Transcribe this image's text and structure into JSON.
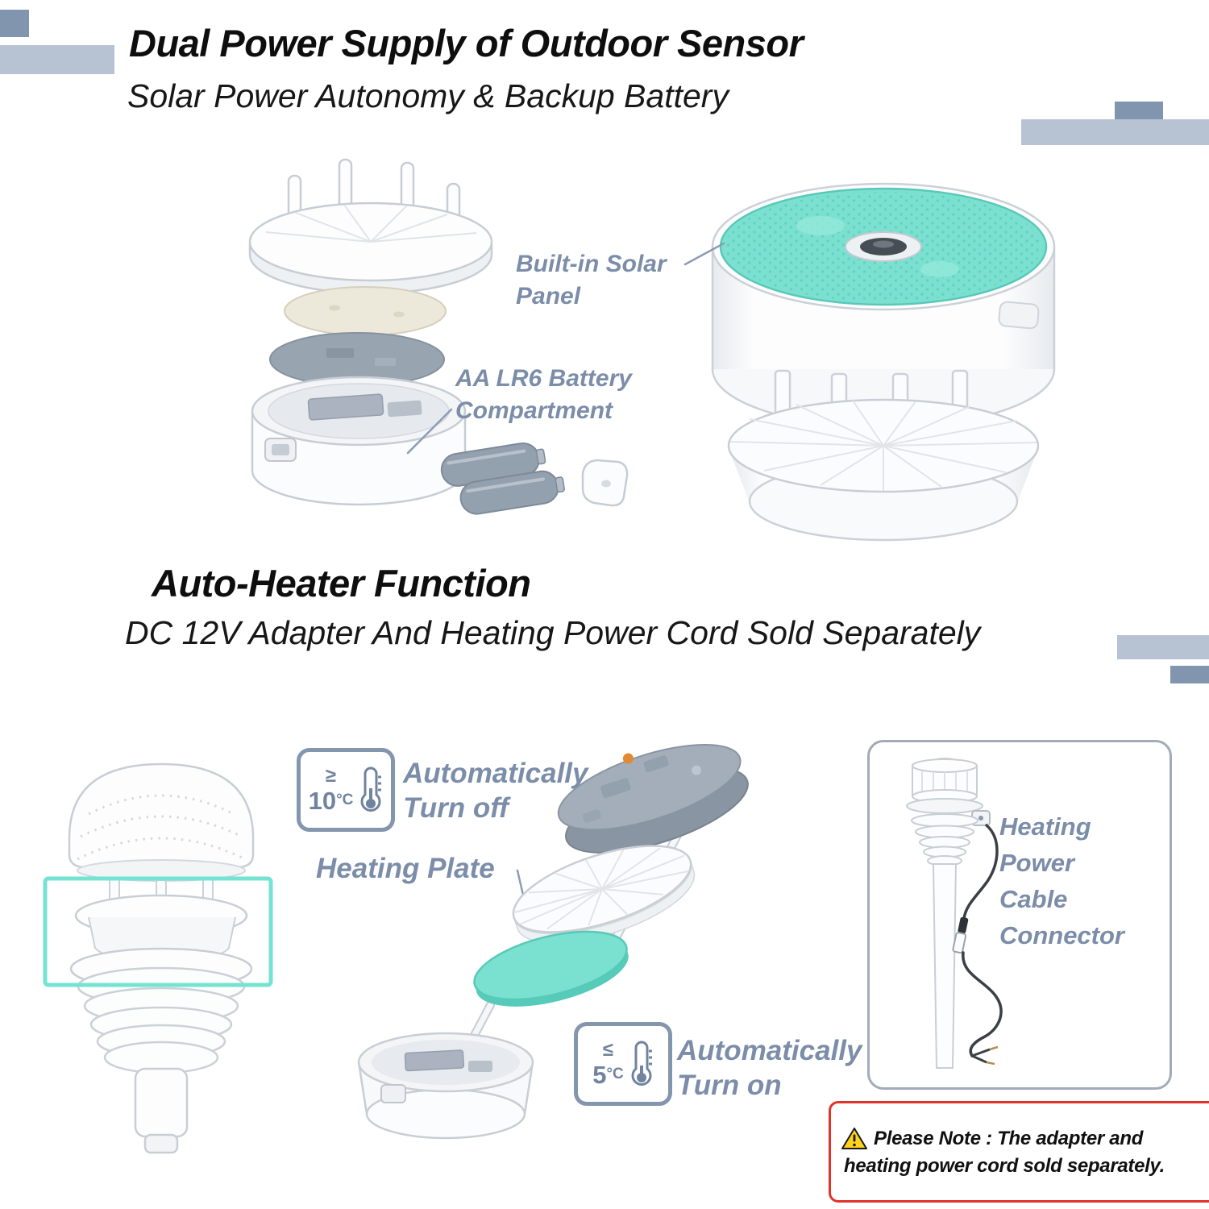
{
  "power_section": {
    "title": "Dual Power Supply of Outdoor Sensor",
    "subtitle": "Solar Power Autonomy & Backup Battery",
    "solar_label": {
      "line1": "Built-in Solar",
      "line2": "Panel"
    },
    "battery_label": {
      "line1": "AA LR6 Battery",
      "line2": "Compartment"
    }
  },
  "heater_section": {
    "title": "Auto-Heater Function",
    "subtitle": "DC 12V Adapter And Heating Power Cord Sold Separately",
    "turn_off": {
      "symbol": "≥",
      "temp_value": "10",
      "temp_unit": "°C",
      "caption_line1": "Automatically",
      "caption_line2": "Turn off"
    },
    "turn_on": {
      "symbol": "≤",
      "temp_value": "5",
      "temp_unit": "°C",
      "caption_line1": "Automatically",
      "caption_line2": "Turn on"
    },
    "heating_plate_label": "Heating Plate",
    "connector_label": {
      "line1": "Heating",
      "line2": "Power",
      "line3": "Cable",
      "line4": "Connector"
    },
    "note": {
      "line1": "Please Note : The adapter and",
      "line2": "heating power cord sold separately."
    }
  },
  "colors": {
    "slate_label": "#7b8da9",
    "teal": "#7ce0d0",
    "bar_light": "#b7c3d3",
    "bar_dark": "#8195ae",
    "note_border": "#e0332a",
    "warning_yellow": "#ffd21c"
  }
}
